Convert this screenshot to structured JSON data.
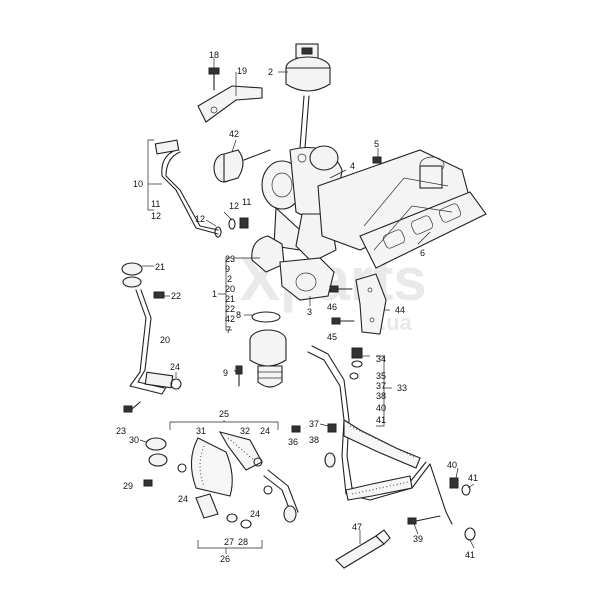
{
  "watermark": "Xparts",
  "watermark_suffix": ".ua",
  "callouts": [
    {
      "id": "c18",
      "text": "18"
    },
    {
      "id": "c19",
      "text": "19"
    },
    {
      "id": "c2",
      "text": "2"
    },
    {
      "id": "c42a",
      "text": "42"
    },
    {
      "id": "c5",
      "text": "5"
    },
    {
      "id": "c4",
      "text": "4"
    },
    {
      "id": "c10",
      "text": "10"
    },
    {
      "id": "c11a",
      "text": "11"
    },
    {
      "id": "c12a",
      "text": "12"
    },
    {
      "id": "c12b",
      "text": "12"
    },
    {
      "id": "c12c",
      "text": "12"
    },
    {
      "id": "c11b",
      "text": "11"
    },
    {
      "id": "c6",
      "text": "6"
    },
    {
      "id": "c23a",
      "text": "23"
    },
    {
      "id": "c9a",
      "text": "9"
    },
    {
      "id": "c2b",
      "text": "2"
    },
    {
      "id": "c20a",
      "text": "20"
    },
    {
      "id": "c1",
      "text": "1"
    },
    {
      "id": "c21a",
      "text": "21"
    },
    {
      "id": "c22a",
      "text": "22"
    },
    {
      "id": "c42b",
      "text": "42"
    },
    {
      "id": "c7",
      "text": "7"
    },
    {
      "id": "c21",
      "text": "21"
    },
    {
      "id": "c22",
      "text": "22"
    },
    {
      "id": "c8",
      "text": "8"
    },
    {
      "id": "c3",
      "text": "3"
    },
    {
      "id": "c46",
      "text": "46"
    },
    {
      "id": "c44",
      "text": "44"
    },
    {
      "id": "c45",
      "text": "45"
    },
    {
      "id": "c20",
      "text": "20"
    },
    {
      "id": "c34",
      "text": "34"
    },
    {
      "id": "c35",
      "text": "35"
    },
    {
      "id": "c37a",
      "text": "37"
    },
    {
      "id": "c33",
      "text": "33"
    },
    {
      "id": "c38a",
      "text": "38"
    },
    {
      "id": "c40a",
      "text": "40"
    },
    {
      "id": "c41a",
      "text": "41"
    },
    {
      "id": "c24a",
      "text": "24"
    },
    {
      "id": "c9b",
      "text": "9"
    },
    {
      "id": "c23b",
      "text": "23"
    },
    {
      "id": "c25",
      "text": "25"
    },
    {
      "id": "c31",
      "text": "31"
    },
    {
      "id": "c32",
      "text": "32"
    },
    {
      "id": "c24b",
      "text": "24"
    },
    {
      "id": "c30",
      "text": "30"
    },
    {
      "id": "c36",
      "text": "36"
    },
    {
      "id": "c37b",
      "text": "37"
    },
    {
      "id": "c38b",
      "text": "38"
    },
    {
      "id": "c29",
      "text": "29"
    },
    {
      "id": "c24c",
      "text": "24"
    },
    {
      "id": "c24d",
      "text": "24"
    },
    {
      "id": "c40b",
      "text": "40"
    },
    {
      "id": "c41b",
      "text": "41"
    },
    {
      "id": "c27",
      "text": "27"
    },
    {
      "id": "c28",
      "text": "28"
    },
    {
      "id": "c26",
      "text": "26"
    },
    {
      "id": "c47",
      "text": "47"
    },
    {
      "id": "c39",
      "text": "39"
    },
    {
      "id": "c41c",
      "text": "41"
    }
  ]
}
